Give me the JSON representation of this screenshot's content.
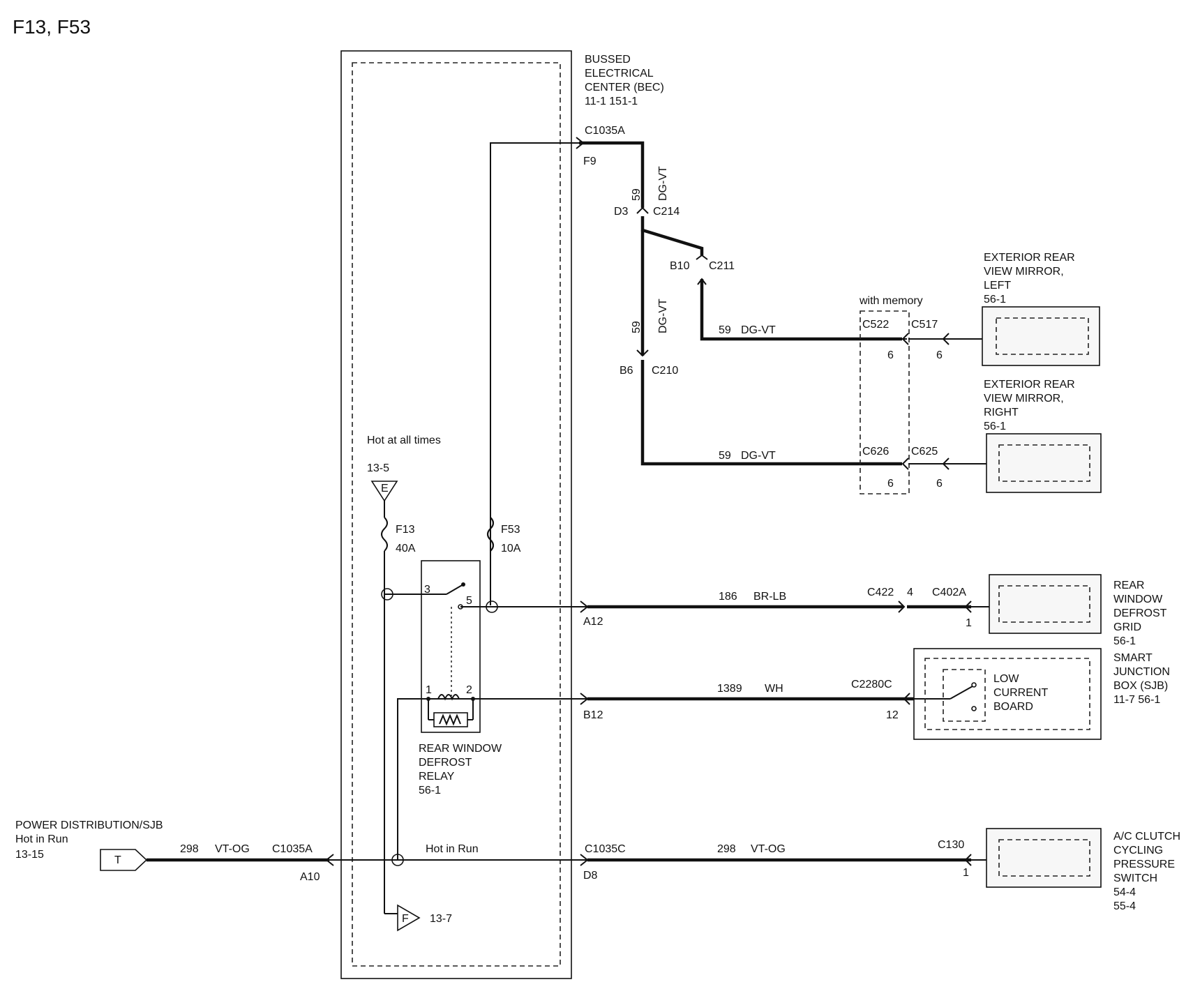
{
  "title": "F13, F53",
  "bec": {
    "name_line1": "BUSSED",
    "name_line2": "ELECTRICAL",
    "name_line3": "CENTER (BEC)",
    "pages": "11-1   151-1"
  },
  "hot_at_all_times": "Hot at all times",
  "ref_e": "13-5",
  "ref_e_letter": "E",
  "ref_f": "13-7",
  "ref_f_letter": "F",
  "fuses": [
    {
      "name": "F13",
      "rating": "40A"
    },
    {
      "name": "F53",
      "rating": "10A"
    }
  ],
  "relay": {
    "line1": "REAR WINDOW",
    "line2": "DEFROST",
    "line3": "RELAY",
    "page": "56-1",
    "pin3": "3",
    "pin5": "5",
    "pin1": "1",
    "pin2": "2"
  },
  "hot_in_run": "Hot in Run",
  "power_dist": {
    "line1": "POWER DISTRIBUTION/SJB",
    "line2": "Hot in Run",
    "page": "13-15",
    "letter": "T"
  },
  "connectors": {
    "c1035a_top": "C1035A",
    "f9": "F9",
    "d3": "D3",
    "c214": "C214",
    "b10": "B10",
    "c211": "C211",
    "b6": "B6",
    "c210": "C210",
    "with_memory": "with memory",
    "c522": "C522",
    "c517": "C517",
    "c522_pin": "6",
    "c517_pin": "6",
    "c626": "C626",
    "c625": "C625",
    "c626_pin": "6",
    "c625_pin": "6",
    "a12": "A12",
    "c422": "C422",
    "c422_pin": "4",
    "c402a": "C402A",
    "c402a_pin": "1",
    "b12": "B12",
    "c2280c": "C2280C",
    "c2280c_pin": "12",
    "c1035a_left": "C1035A",
    "a10": "A10",
    "c1035c": "C1035C",
    "d8": "D8",
    "c130": "C130",
    "c130_pin": "1"
  },
  "wires": {
    "w59_v1_num": "59",
    "w59_v1_color": "DG-VT",
    "w59_v2_num": "59",
    "w59_v2_color": "DG-VT",
    "w59_h1_num": "59",
    "w59_h1_color": "DG-VT",
    "w59_h2_num": "59",
    "w59_h2_color": "DG-VT",
    "w186_num": "186",
    "w186_color": "BR-LB",
    "w1389_num": "1389",
    "w1389_color": "WH",
    "w298_left_num": "298",
    "w298_left_color": "VT-OG",
    "w298_right_num": "298",
    "w298_right_color": "VT-OG"
  },
  "components": {
    "mirror_left": [
      "EXTERIOR REAR",
      "VIEW MIRROR,",
      "LEFT",
      "56-1"
    ],
    "mirror_right": [
      "EXTERIOR REAR",
      "VIEW MIRROR,",
      "RIGHT",
      "56-1"
    ],
    "defrost_grid": [
      "REAR",
      "WINDOW",
      "DEFROST",
      "GRID",
      "56-1"
    ],
    "sjb": [
      "SMART",
      "JUNCTION",
      "BOX (SJB)",
      "11-7      56-1"
    ],
    "low_current_board": [
      "LOW",
      "CURRENT",
      "BOARD"
    ],
    "ac_switch": [
      "A/C CLUTCH",
      "CYCLING",
      "PRESSURE",
      "SWITCH",
      "54-4",
      "55-4"
    ]
  }
}
